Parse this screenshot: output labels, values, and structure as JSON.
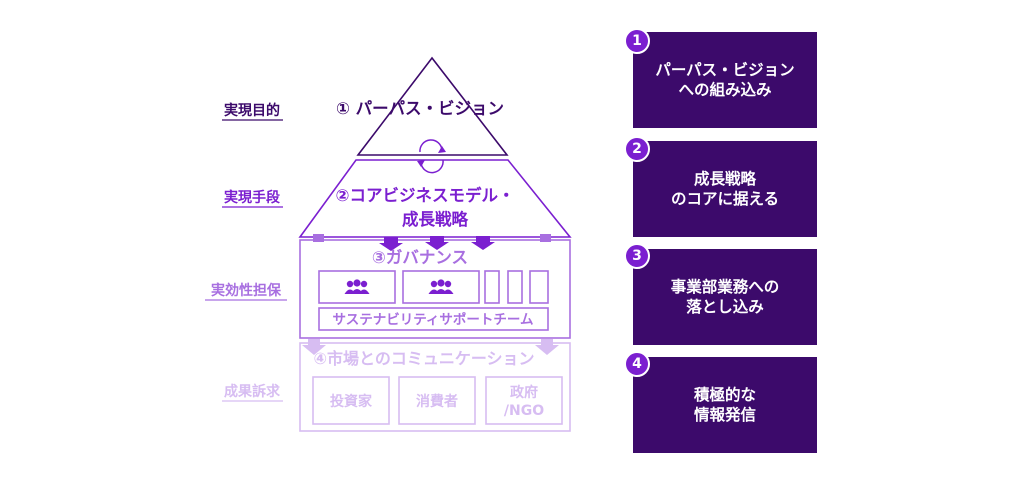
{
  "row_labels": {
    "purpose": "実現目的",
    "means": "実現手段",
    "assurance": "実効性担保",
    "appeal": "成果訴求"
  },
  "levels": {
    "l1": "① パーパス・ビジョン",
    "l2_line1": "②コアビジネスモデル・",
    "l2_line2": "成長戦略",
    "l3": "③ガバナンス",
    "l3_team": "サステナビリティサポートチーム",
    "l4": "④市場とのコミュニケーション",
    "stakeholders": {
      "investors": "投資家",
      "consumers": "消費者",
      "gov_line1": "政府",
      "gov_line2": "/NGO"
    }
  },
  "cards": [
    {
      "badge": "1",
      "line1": "パーパス・ビジョン",
      "line2": "への組み込み"
    },
    {
      "badge": "2",
      "line1": "成長戦略",
      "line2": "のコアに据える"
    },
    {
      "badge": "3",
      "line1": "事業部業務への",
      "line2": "落とし込み"
    },
    {
      "badge": "4",
      "line1": "積極的な",
      "line2": "情報発信"
    }
  ],
  "colors": {
    "dark_purple": "#3c0a6b",
    "purple": "#7b1fd0",
    "medium_purple": "#a86fe0",
    "light_purple": "#d7bdf2"
  }
}
